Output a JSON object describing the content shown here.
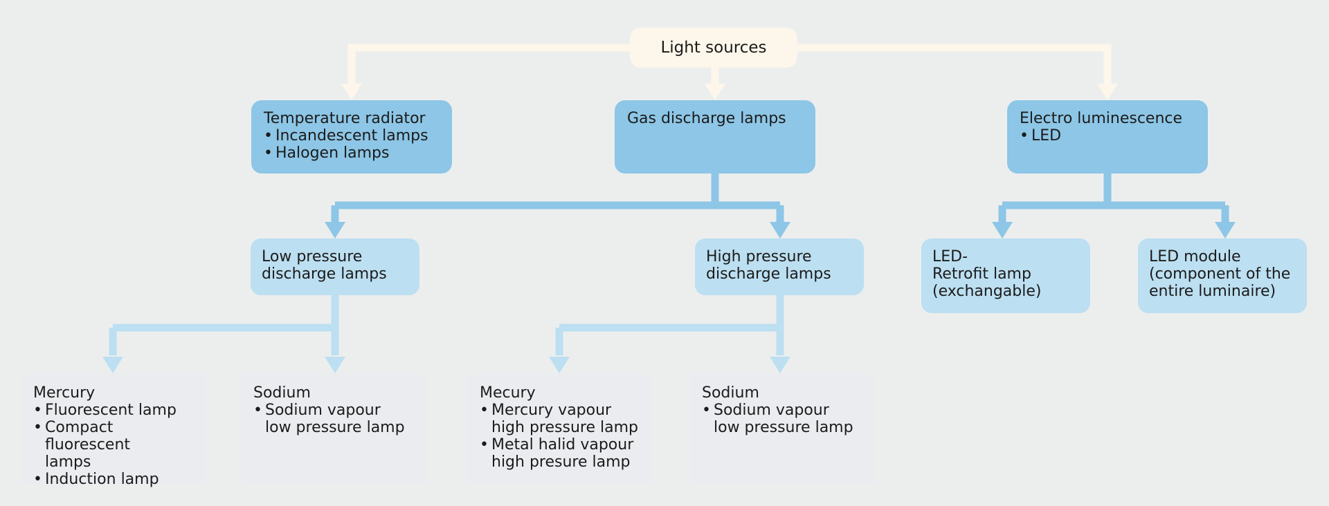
{
  "root": {
    "label": "Light sources"
  },
  "categories": {
    "temperature": {
      "title": "Temperature radiator",
      "items": [
        "Incandescent lamps",
        "Halogen lamps"
      ]
    },
    "gas": {
      "title": "Gas discharge lamps"
    },
    "electro": {
      "title": "Electro luminescence",
      "items": [
        "LED"
      ]
    }
  },
  "subtypes": {
    "low_pressure": "Low pressure\ndischarge lamps",
    "high_pressure": "High pressure\ndischarge lamps",
    "led_retrofit": "LED-\nRetrofit lamp\n(exchangable)",
    "led_module": "LED module\n(component of the\nentire luminaire)"
  },
  "details": {
    "low_mercury": {
      "title": "Mercury",
      "items": [
        "Fluorescent lamp",
        "Compact fluorescent\nlamps",
        "Induction lamp"
      ]
    },
    "low_sodium": {
      "title": "Sodium",
      "items": [
        "Sodium vapour\nlow pressure lamp"
      ]
    },
    "high_mercury": {
      "title": "Mecury",
      "items": [
        "Mercury vapour\nhigh pressure lamp",
        "Metal halid vapour\nhigh presure lamp"
      ]
    },
    "high_sodium": {
      "title": "Sodium",
      "items": [
        "Sodium vapour\nlow pressure lamp"
      ]
    }
  },
  "colors": {
    "root_fill": "#fdf6ea",
    "level1_fill": "#8dc6e6",
    "level2_fill": "#bcdff1",
    "level3_fill": "#eaecef",
    "background": "#eceeee"
  }
}
